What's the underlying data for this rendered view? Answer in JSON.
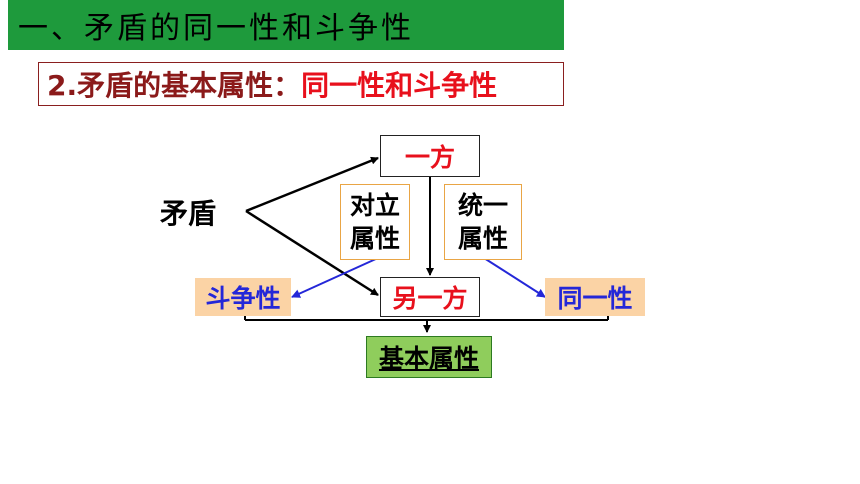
{
  "title": "一、矛盾的同一性和斗争性",
  "subtitle": {
    "prefix": "2.矛盾的基本属性：",
    "highlight": "同一性和斗争性"
  },
  "diagram": {
    "contradiction": "矛盾",
    "side_one": "一方",
    "side_other": "另一方",
    "opposition_line1": "对立",
    "opposition_line2": "属性",
    "unity_line1": "统一",
    "unity_line2": "属性",
    "struggle": "斗争性",
    "identity": "同一性",
    "basic_attributes": "基本属性"
  },
  "colors": {
    "title_bar": "#1e9a3c",
    "red_text": "#e8101c",
    "blue_text": "#2427d8",
    "peach": "#fbd3a5",
    "green_box": "#8fcd5c"
  }
}
